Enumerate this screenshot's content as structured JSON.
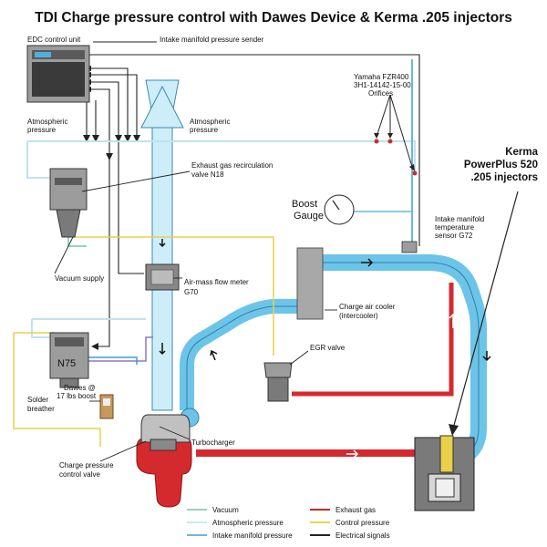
{
  "title": "TDI Charge pressure control with Dawes Device & Kerma .205 injectors",
  "labels": {
    "edc": "EDC control unit",
    "imps": "Intake manifold pressure sender",
    "yamaha1": "Yamaha FZR400",
    "yamaha2": "3H1-14142-15-00",
    "yamaha3": "Orifices",
    "atm_left1": "Atmospheric",
    "atm_left2": "pressure",
    "atm_mid1": "Atmospheric",
    "atm_mid2": "pressure",
    "kerma1": "Kerma",
    "kerma2": "PowerPlus 520",
    "kerma3": ".205 injectors",
    "egr_valve1": "Exhaust gas recirculation",
    "egr_valve2": "valve N18",
    "boost1": "Boost",
    "boost2": "Gauge",
    "imts1": "Intake manifold",
    "imts2": "temperature",
    "imts3": "sensor G72",
    "vacuum_supply": "Vacuum supply",
    "maf1": "Air-mass flow meter",
    "maf2": "G70",
    "cac1": "Charge air cooler",
    "cac2": "(intercooler)",
    "egr": "EGR valve",
    "n75": "N75",
    "dawes1": "Dawes @",
    "dawes2": "17 lbs boost",
    "solder1": "Solder",
    "solder2": "breather",
    "turbo": "Turbocharger",
    "cpcv1": "Charge pressure",
    "cpcv2": "control valve"
  },
  "legend": [
    {
      "label": "Vacuum",
      "color": "#8fd8b8"
    },
    {
      "label": "Atmospheric pressure",
      "color": "#cfe8ef"
    },
    {
      "label": "Intake manifold pressure",
      "color": "#6ab8dc"
    },
    {
      "label": "Exhaust gas",
      "color": "#c8282e"
    },
    {
      "label": "Control pressure",
      "color": "#e6d84a"
    },
    {
      "label": "Electrical signals",
      "color": "#222222"
    }
  ],
  "colors": {
    "intake": "#6cc4e8",
    "intake_light": "#cdeef8",
    "exhaust": "#d42a2e",
    "control": "#e8d04a",
    "vacuum": "#8fd8b8",
    "atmospheric": "#bfe3ee",
    "signal": "#222222"
  }
}
